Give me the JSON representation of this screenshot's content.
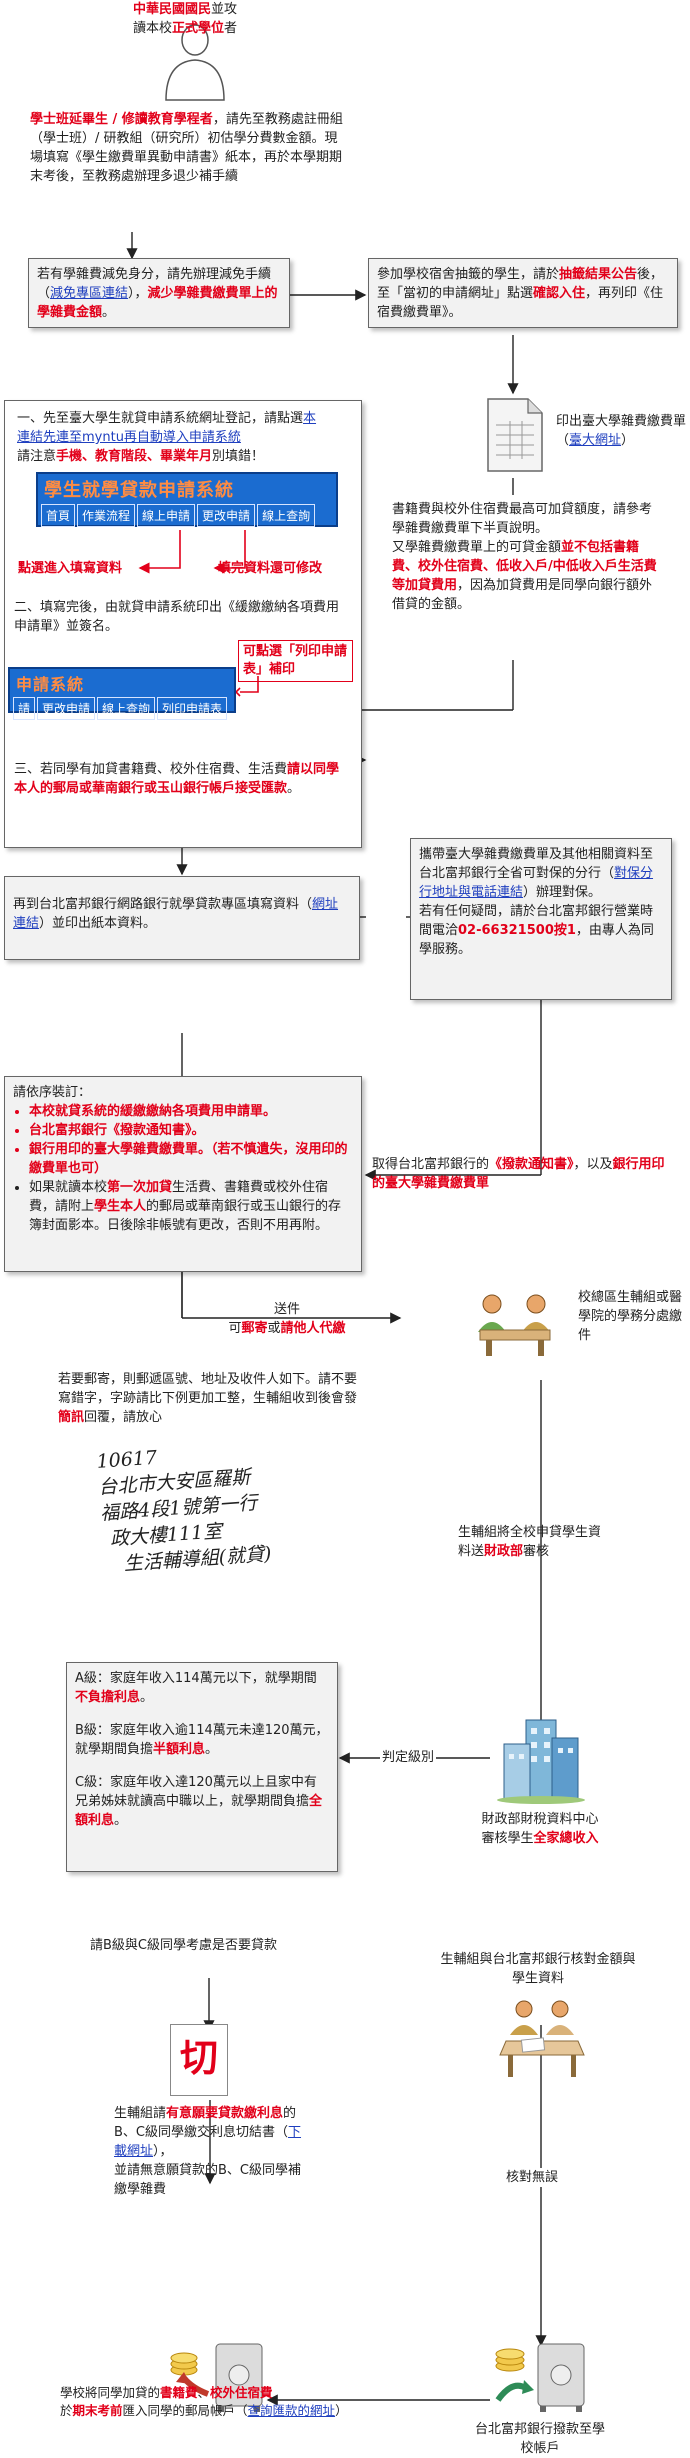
{
  "top": {
    "intro_red": "中華民國國民",
    "intro_1": "並攻",
    "intro_2": "讀本校",
    "intro_red2": "正式學位",
    "intro_3": "者"
  },
  "note1": {
    "red": "學士班延畢生 / 修讀教育學程者",
    "text": "，請先至教務處註冊組（學士班）/ 研教組（研究所）初估學分費數金額。現場填寫《學生繳費單異動申請書》紙本，再於本學期期末考後，至教務處辦理多退少補手續"
  },
  "box_reduce": {
    "t1": "若有學雜費減免身分，請先辦理減免手續（",
    "link": "減免專區連結",
    "t2": "），",
    "red": "減少學雜費繳費單上的學雜費金額",
    "t3": "。"
  },
  "box_dorm": {
    "t1": "參加學校宿舍抽籤的學生，請於",
    "red1": "抽籤結果公告",
    "t2": "後，至「當初的申請網址」點選",
    "red2": "確認入住",
    "t3": "，再列印《住宿費繳費單》。"
  },
  "print_bill": {
    "t1": "印出臺大學雜費繳費單（",
    "link": "臺大網址",
    "t2": "）"
  },
  "note_fees": {
    "t1": "書籍費與校外住宿費最高可加貸額度，請參考學雜費繳費單下半頁說明。\n又學雜費繳費單上的可貸金額",
    "red": "並不包括書籍費、校外住宿費、低收入戶/中低收入戶生活費等加貸費用",
    "t2": "，因為加貸費用是同學向銀行額外借貸的金額。"
  },
  "box_steps": {
    "s1_a": "一、先至臺大學生就貸申請系統網址登記，請點選",
    "s1_link": "本連結先連至myntu再自動導入申請系統",
    "s1_b": "請注意",
    "s1_red": "手機、教育階段、畢業年月",
    "s1_c": "別填錯！",
    "sys_title": "學生就學貸款申請系統",
    "sys_items": [
      "首頁",
      "作業流程",
      "線上申請",
      "更改申請",
      "線上查詢"
    ],
    "ann_left": "點選進入填寫資料",
    "ann_right": "填完資料還可修改",
    "s2": "二、填寫完後，由就貸申請系統印出《緩繳繳納各項費用申請單》並簽名。",
    "ann_print": "可點選「列印申請表」補印",
    "sys2_title": "申請系統",
    "sys2_items": [
      "請",
      "更改申請",
      "線上查詢",
      "列印申請表"
    ],
    "s3_a": "三、若同學有加貸書籍費、校外住宿費、生活費",
    "s3_red": "請以同學本人的郵局或華南銀行或玉山銀行帳戶接受匯款",
    "s3_b": "。"
  },
  "box_bank_online": {
    "t1": "再到台北富邦銀行網路銀行就學貸款專區填寫資料（",
    "link": "網址連結",
    "t2": "）並印出紙本資料。"
  },
  "box_bank_info": {
    "t1": "攜帶臺大學雜費繳費單及其他相關資料至台北富邦銀行全省可對保的分行（",
    "link": "對保分行地址與電話連結",
    "t2": "）辦理對保。\n若有任何疑問，請於台北富邦銀行營業時間電洽",
    "red": "02-66321500按1",
    "t3": "，由專人為同學服務。"
  },
  "box_order": {
    "head": "請依序裝訂：",
    "i1": "本校就貸系統的緩繳繳納各項費用申請單。",
    "i2": "台北富邦銀行《撥款通知書》。",
    "i3": "銀行用印的臺大學雜費繳費單。（若不慎遺失，沒用印的繳費單也可）",
    "i4_a": "如果就讀本校",
    "i4_red1": "第一次加貸",
    "i4_b": "生活費、書籍費或校外住宿費，請附上",
    "i4_red2": "學生本人",
    "i4_c": "的郵局或華南銀行或玉山銀行的存簿封面影本。日後除非帳號有更改，否則不用再附。"
  },
  "get_notice": {
    "t1": "取得台北富邦銀行的",
    "red1": "《撥款通知書》",
    "t2": "，以及",
    "red2": "銀行用印的臺大學雜費繳費單"
  },
  "send": {
    "label": "送件",
    "t1": "可",
    "red1": "郵寄",
    "t2": "或",
    "red2": "請他人代繳"
  },
  "campus_office": "校總區生輔組或醫學院的學務分處繳件",
  "mail_note": {
    "t1": "若要郵寄，則郵遞區號、地址及收件人如下。請不要寫錯字，字跡請比下例更加工整，生輔組收到後會發",
    "red": "簡訊",
    "t2": "回覆，請放心"
  },
  "handwriting": [
    "10617",
    "台北市大安區羅斯",
    "福路4段1號第一行",
    "政大樓111室",
    "生活輔導組(就貸)"
  ],
  "to_finance": {
    "t1": "生輔組將全校申貸學生資料送",
    "red": "財政部",
    "t2": "審核"
  },
  "box_levels": {
    "a1": "A級：家庭年收入114萬元以下，就學期間",
    "a_red": "不負擔利息",
    "a2": "。",
    "b1": "B級：家庭年收入逾114萬元未達120萬元，就學期間負擔",
    "b_red": "半額利息",
    "b2": "。",
    "c1": "C級：家庭年收入達120萬元以上且家中有兄弟姊妹就讀高中職以上，就學期間負擔",
    "c_red": "全額利息",
    "c2": "。"
  },
  "judge": "判定級別",
  "finance_center": {
    "t1": "財政部財稅資料中心",
    "t2": "審核學生",
    "red": "全家總收入"
  },
  "bc_consider": "請B級與C級同學考慮是否要貸款",
  "cut_char": "切",
  "cut_note": {
    "t1": "生輔組請",
    "red": "有意願要貸款繳利息",
    "t2": "的B、C級同學繳交利息切結書（",
    "link": "下載網址",
    "t3": "），\n並請無意願貸款的B、C級同學補繳學雜費"
  },
  "verify": "生輔組與台北富邦銀行核對金額與學生資料",
  "verified_ok": "核對無誤",
  "bank_transfer": "台北富邦銀行撥款至學校帳戶",
  "school_transfer": {
    "t1": "學校將同學加貸的",
    "red1": "書籍費",
    "t2": "、",
    "red2": "校外住宿費",
    "t3": "於",
    "red3": "期末考前",
    "t4": "匯入同學的郵局帳戶（",
    "link": "查詢匯款的網址",
    "t5": "）"
  },
  "colors": {
    "accent_red": "#e2001a",
    "link_blue": "#1f3fbf",
    "system_blue": "#1b6cd0",
    "system_title": "#ff8c42"
  }
}
